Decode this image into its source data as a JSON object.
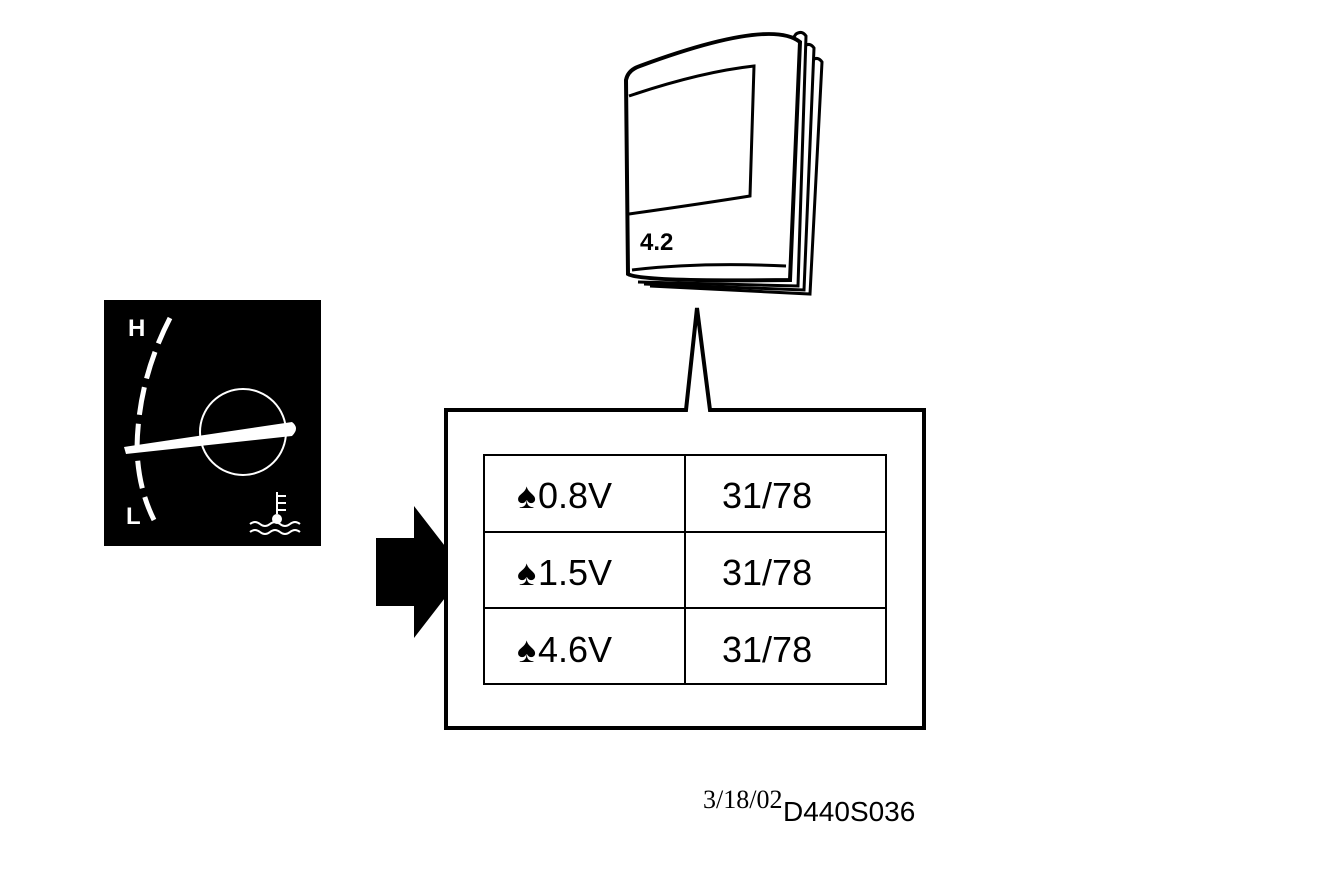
{
  "gauge": {
    "high_label": "H",
    "low_label": "L",
    "icon": "coolant-temperature-icon"
  },
  "manual": {
    "label": "4.2",
    "icon": "manual-book-icon"
  },
  "arrow": {
    "icon": "arrow-right-icon"
  },
  "table": {
    "rows": [
      {
        "voltage": "0.8V",
        "value": "31/78"
      },
      {
        "voltage": "1.5V",
        "value": "31/78"
      },
      {
        "voltage": "4.6V",
        "value": "31/78"
      }
    ],
    "bullet_glyph": "♠"
  },
  "footer": {
    "date": "3/18/02",
    "code": "D440S036"
  }
}
